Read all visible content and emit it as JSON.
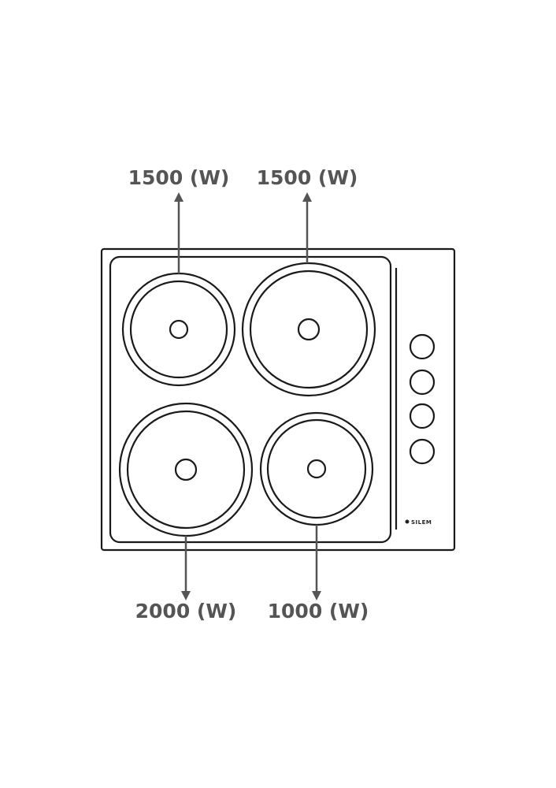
{
  "hob": {
    "brand": "SILEM",
    "burners": [
      {
        "position": "top-left",
        "power_label": "1500 (W)"
      },
      {
        "position": "top-right",
        "power_label": "1500 (W)"
      },
      {
        "position": "bottom-left",
        "power_label": "2000 (W)"
      },
      {
        "position": "bottom-right",
        "power_label": "1000 (W)"
      }
    ],
    "control_knob_count": 4
  },
  "colors": {
    "outline": "#1a1a1a",
    "arrow": "#555555",
    "label": "#555555",
    "background": "#ffffff"
  }
}
